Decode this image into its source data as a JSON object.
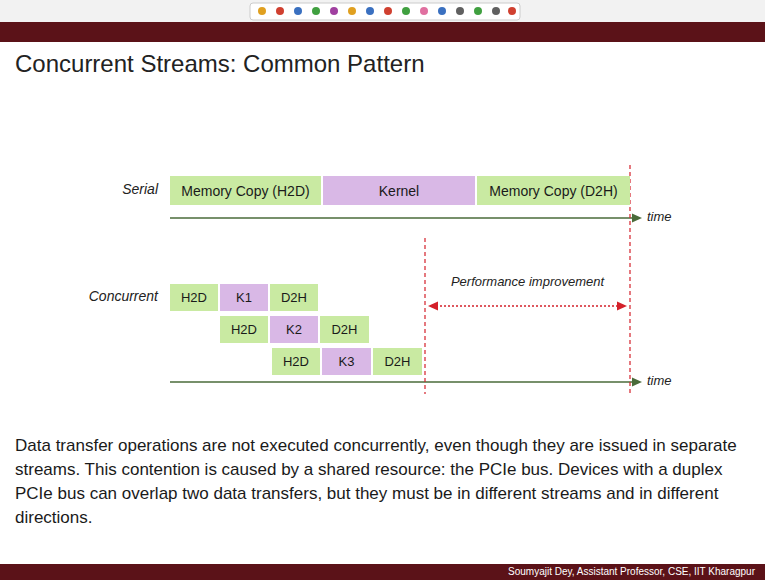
{
  "diagram": {
    "title": "Concurrent Streams: Common Pattern",
    "nodes": [
      {
        "text": [
          "Memory Copy (H2D)"
        ]
      },
      {
        "text": [
          "Kernel"
        ]
      },
      {
        "text": [
          "Memory Copy (D2H)"
        ]
      },
      {
        "text": [
          "H2D"
        ]
      },
      {
        "text": [
          "K1"
        ]
      },
      {
        "text": [
          "D2H"
        ]
      },
      {
        "text": [
          "H2D"
        ]
      },
      {
        "text": [
          "K2"
        ]
      },
      {
        "text": [
          "D2H"
        ]
      },
      {
        "text": [
          "H2D"
        ]
      },
      {
        "text": [
          "K3"
        ]
      },
      {
        "text": [
          "D2H"
        ]
      }
    ],
    "labels": [
      "Serial",
      "time",
      "Concurrent",
      "Performance improvement",
      "time",
      "Data transfer operations are not executed concurrently, even though they are issued in separate streams. This contention is caused by a shared resource: the PCIe bus. Devices with a duplex PCIe bus can overlap two data transfers, but they must be in different streams and in different directions.",
      "Soumyajit Dey, Assistant Professor, CSE, IIT Kharagpur"
    ]
  }
}
